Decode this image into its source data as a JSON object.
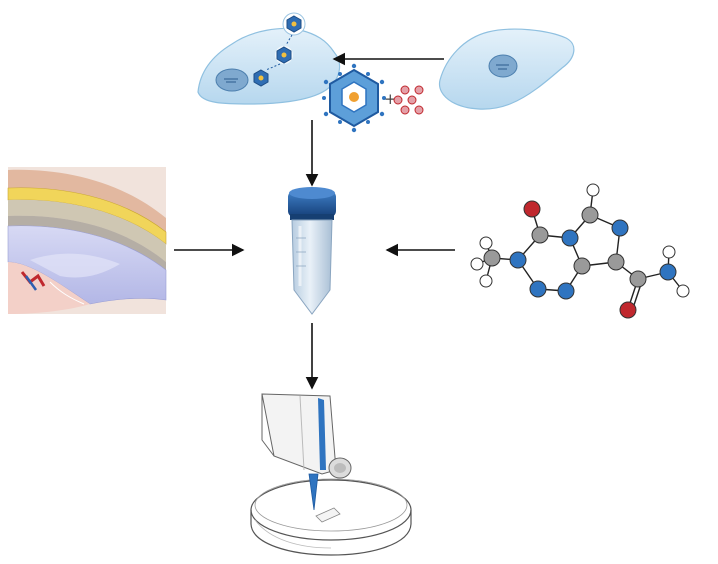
{
  "figure": {
    "labels": {
      "plus_sign": "+"
    },
    "panels": [
      {
        "id": "infected-cell",
        "icon": "virus-infected-cell-icon"
      },
      {
        "id": "host-cell",
        "icon": "host-cell-icon"
      },
      {
        "id": "virus-particle",
        "icon": "virus-capsid-icon"
      },
      {
        "id": "molecules",
        "icon": "small-molecules-icon"
      },
      {
        "id": "brain-tissue",
        "icon": "brain-tissue-section-icon"
      },
      {
        "id": "tube",
        "icon": "centrifuge-tube-icon"
      },
      {
        "id": "compound",
        "icon": "molecule-structure-icon"
      },
      {
        "id": "pipette-dish",
        "icon": "pipette-petri-dish-icon"
      }
    ],
    "arrows": [
      "host-to-infected",
      "infected-to-tube",
      "brain-to-tube",
      "compound-to-tube",
      "tube-to-dish"
    ],
    "colors": {
      "cell_fill": "#cfe6f5",
      "cell_edge": "#8fc0e0",
      "cap_blue": "#1f5aa0",
      "atom_blue": "#2f74c0",
      "atom_grey": "#9a9a9a",
      "atom_red": "#c0282e",
      "meninges_yellow": "#f1d55a",
      "tissue_lavender": "#c6c9ee",
      "arrow": "#111111"
    }
  }
}
